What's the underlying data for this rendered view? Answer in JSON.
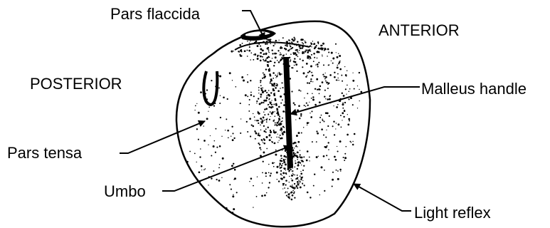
{
  "labels": {
    "pars_flaccida": "Pars flaccida",
    "anterior": "ANTERIOR",
    "posterior": "POSTERIOR",
    "malleus_handle": "Malleus handle",
    "pars_tensa": "Pars tensa",
    "umbo": "Umbo",
    "light_reflex": "Light reflex"
  },
  "colors": {
    "ink": "#000000",
    "background": "#ffffff"
  }
}
